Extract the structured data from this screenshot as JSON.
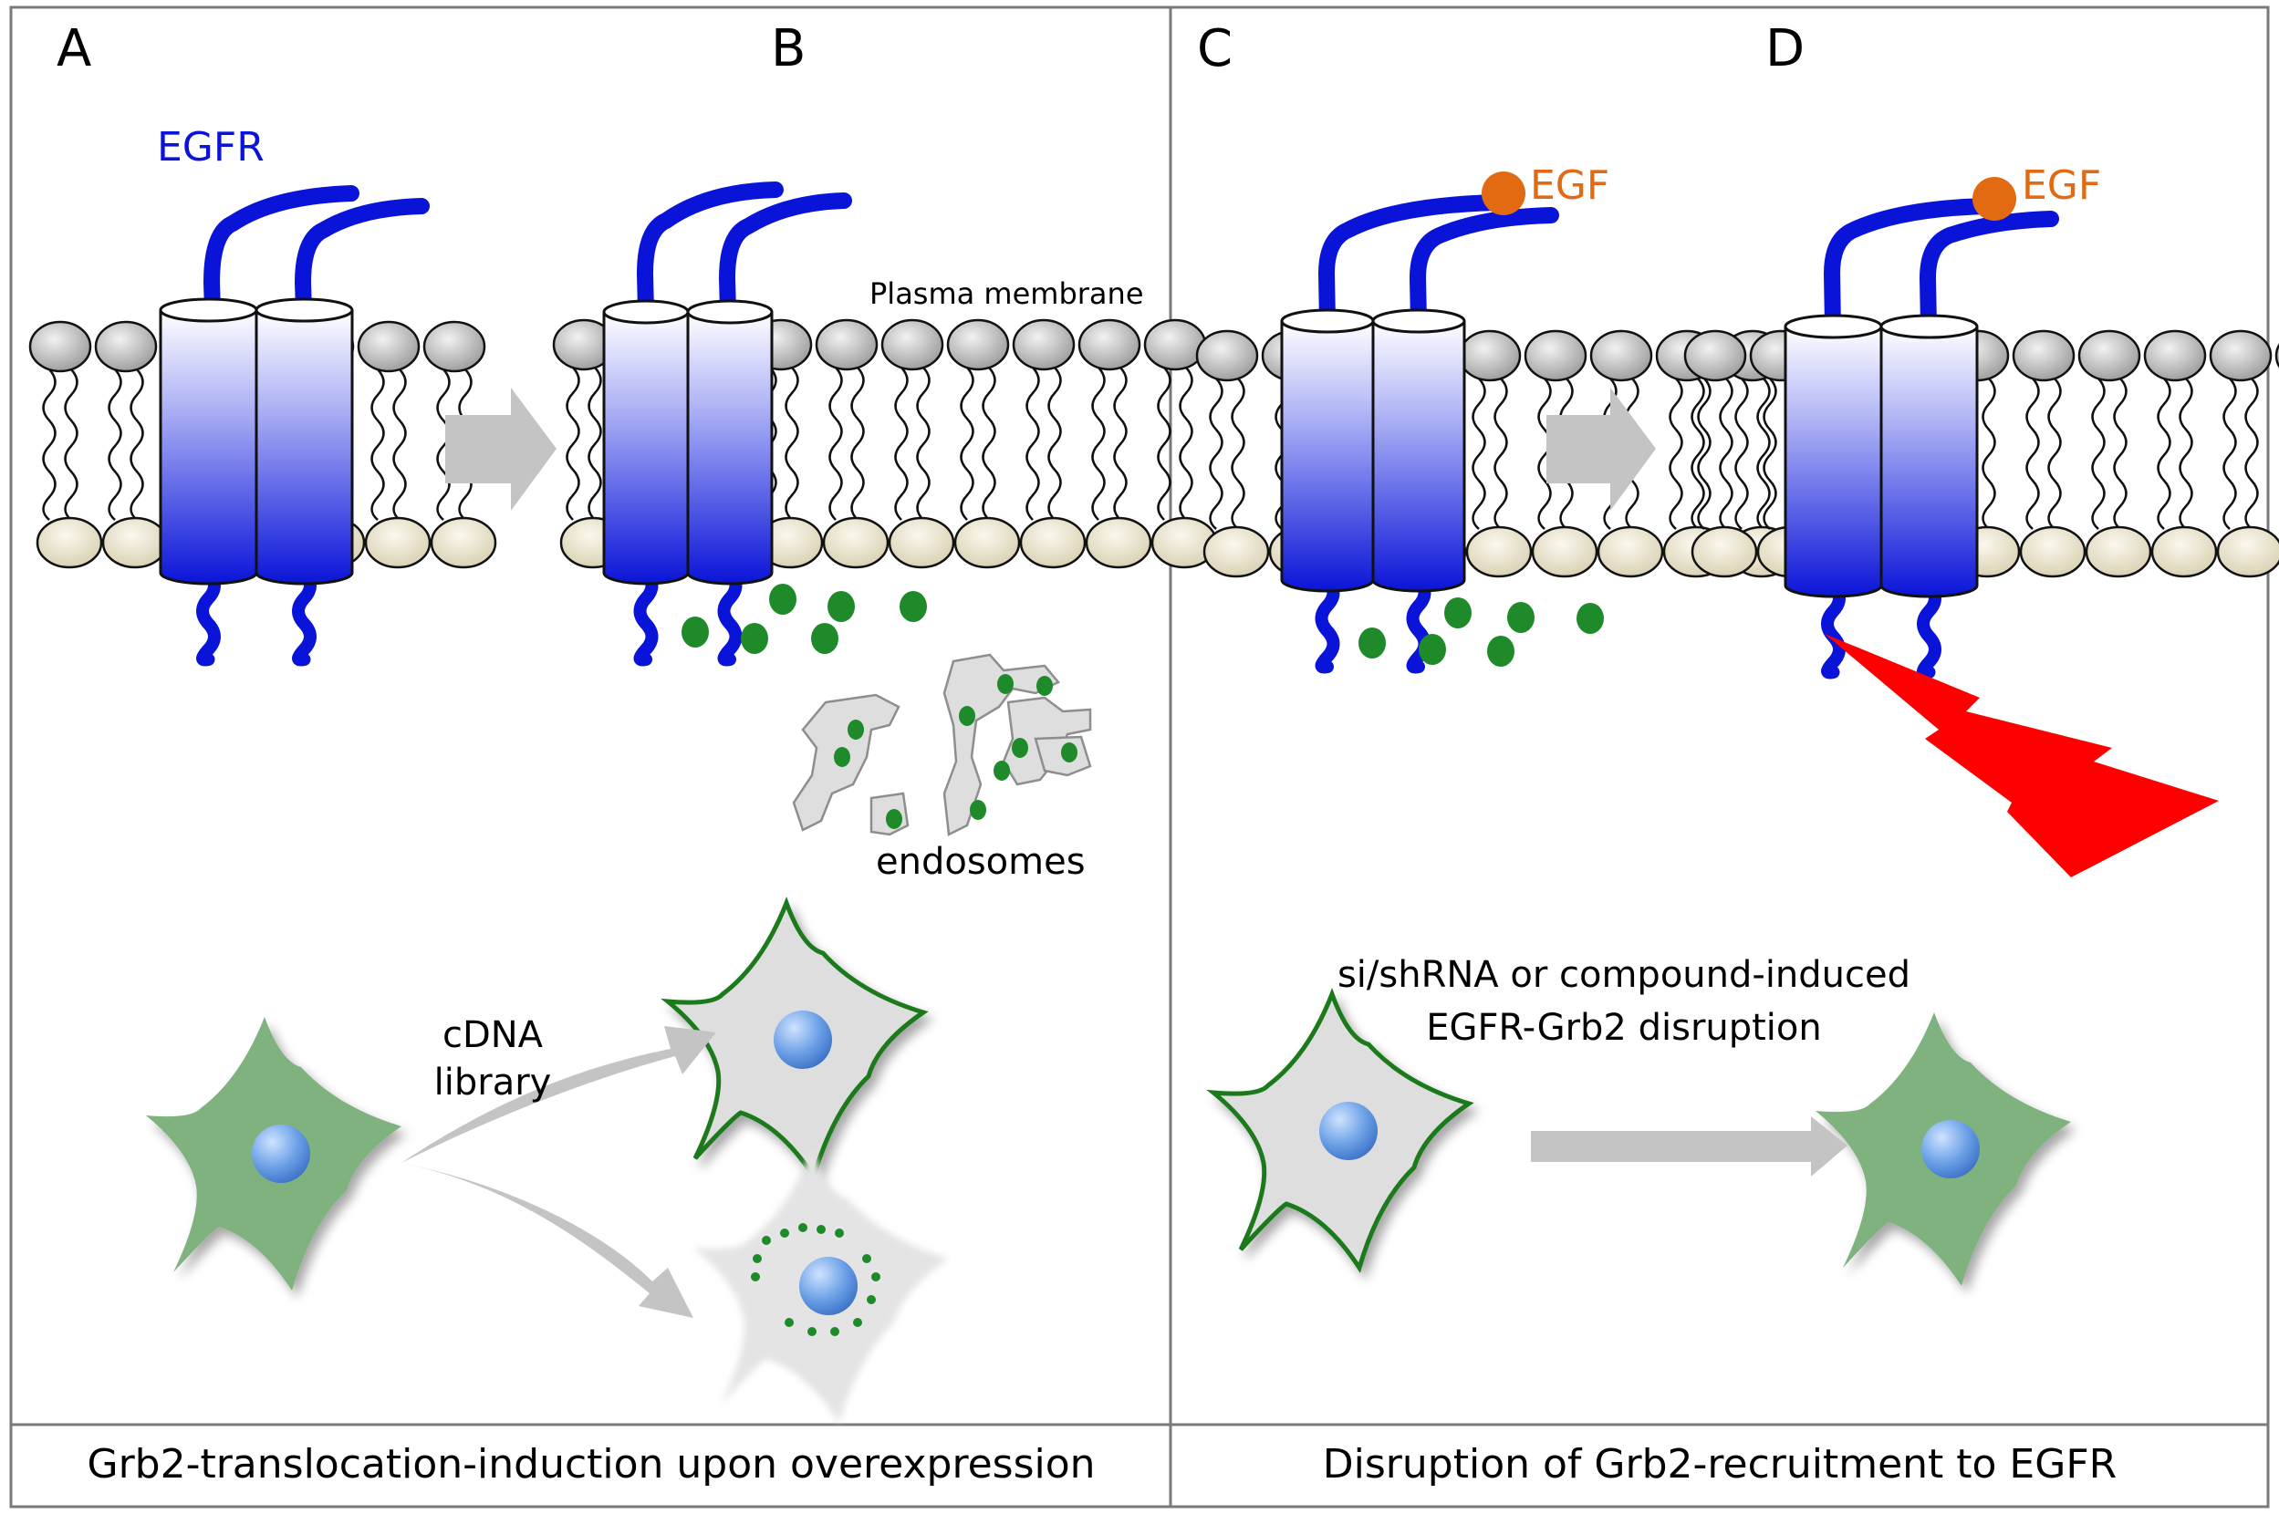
{
  "panels": {
    "a": "A",
    "b": "B",
    "c": "C",
    "d": "D"
  },
  "labels": {
    "egfr": "EGFR",
    "plasma_membrane": "Plasma membrane",
    "egf_c": "EGF",
    "egf_d": "EGF",
    "endosomes": "endosomes",
    "cdna_line1": "cDNA",
    "cdna_line2": "library",
    "disrupt_line1": "si/shRNA or compound-induced",
    "disrupt_line2": "EGFR-Grb2 disruption"
  },
  "captions": {
    "left": "Grb2-translocation-induction upon overexpression",
    "right": "Disruption of Grb2-recruitment to EGFR"
  },
  "colors": {
    "egfr_blue": "#0a14d8",
    "egf_orange": "#e26a12",
    "grb2_green": "#1f8a2a",
    "cell_green": "#7fb27f",
    "arrow_gray": "#c4c4c4",
    "lightning_red": "#ff0000",
    "frame": "#7a7a7a"
  }
}
